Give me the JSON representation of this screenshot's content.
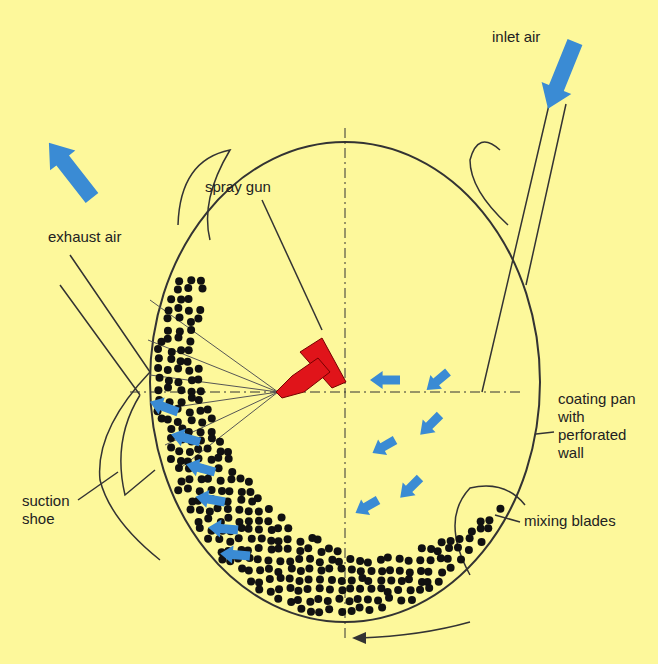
{
  "diagram": {
    "labels": [
      "inlet air",
      "spray gun",
      "exhaust air",
      "coating pan with perforated wall",
      "mixing blades",
      "suction shoe"
    ]
  }
}
